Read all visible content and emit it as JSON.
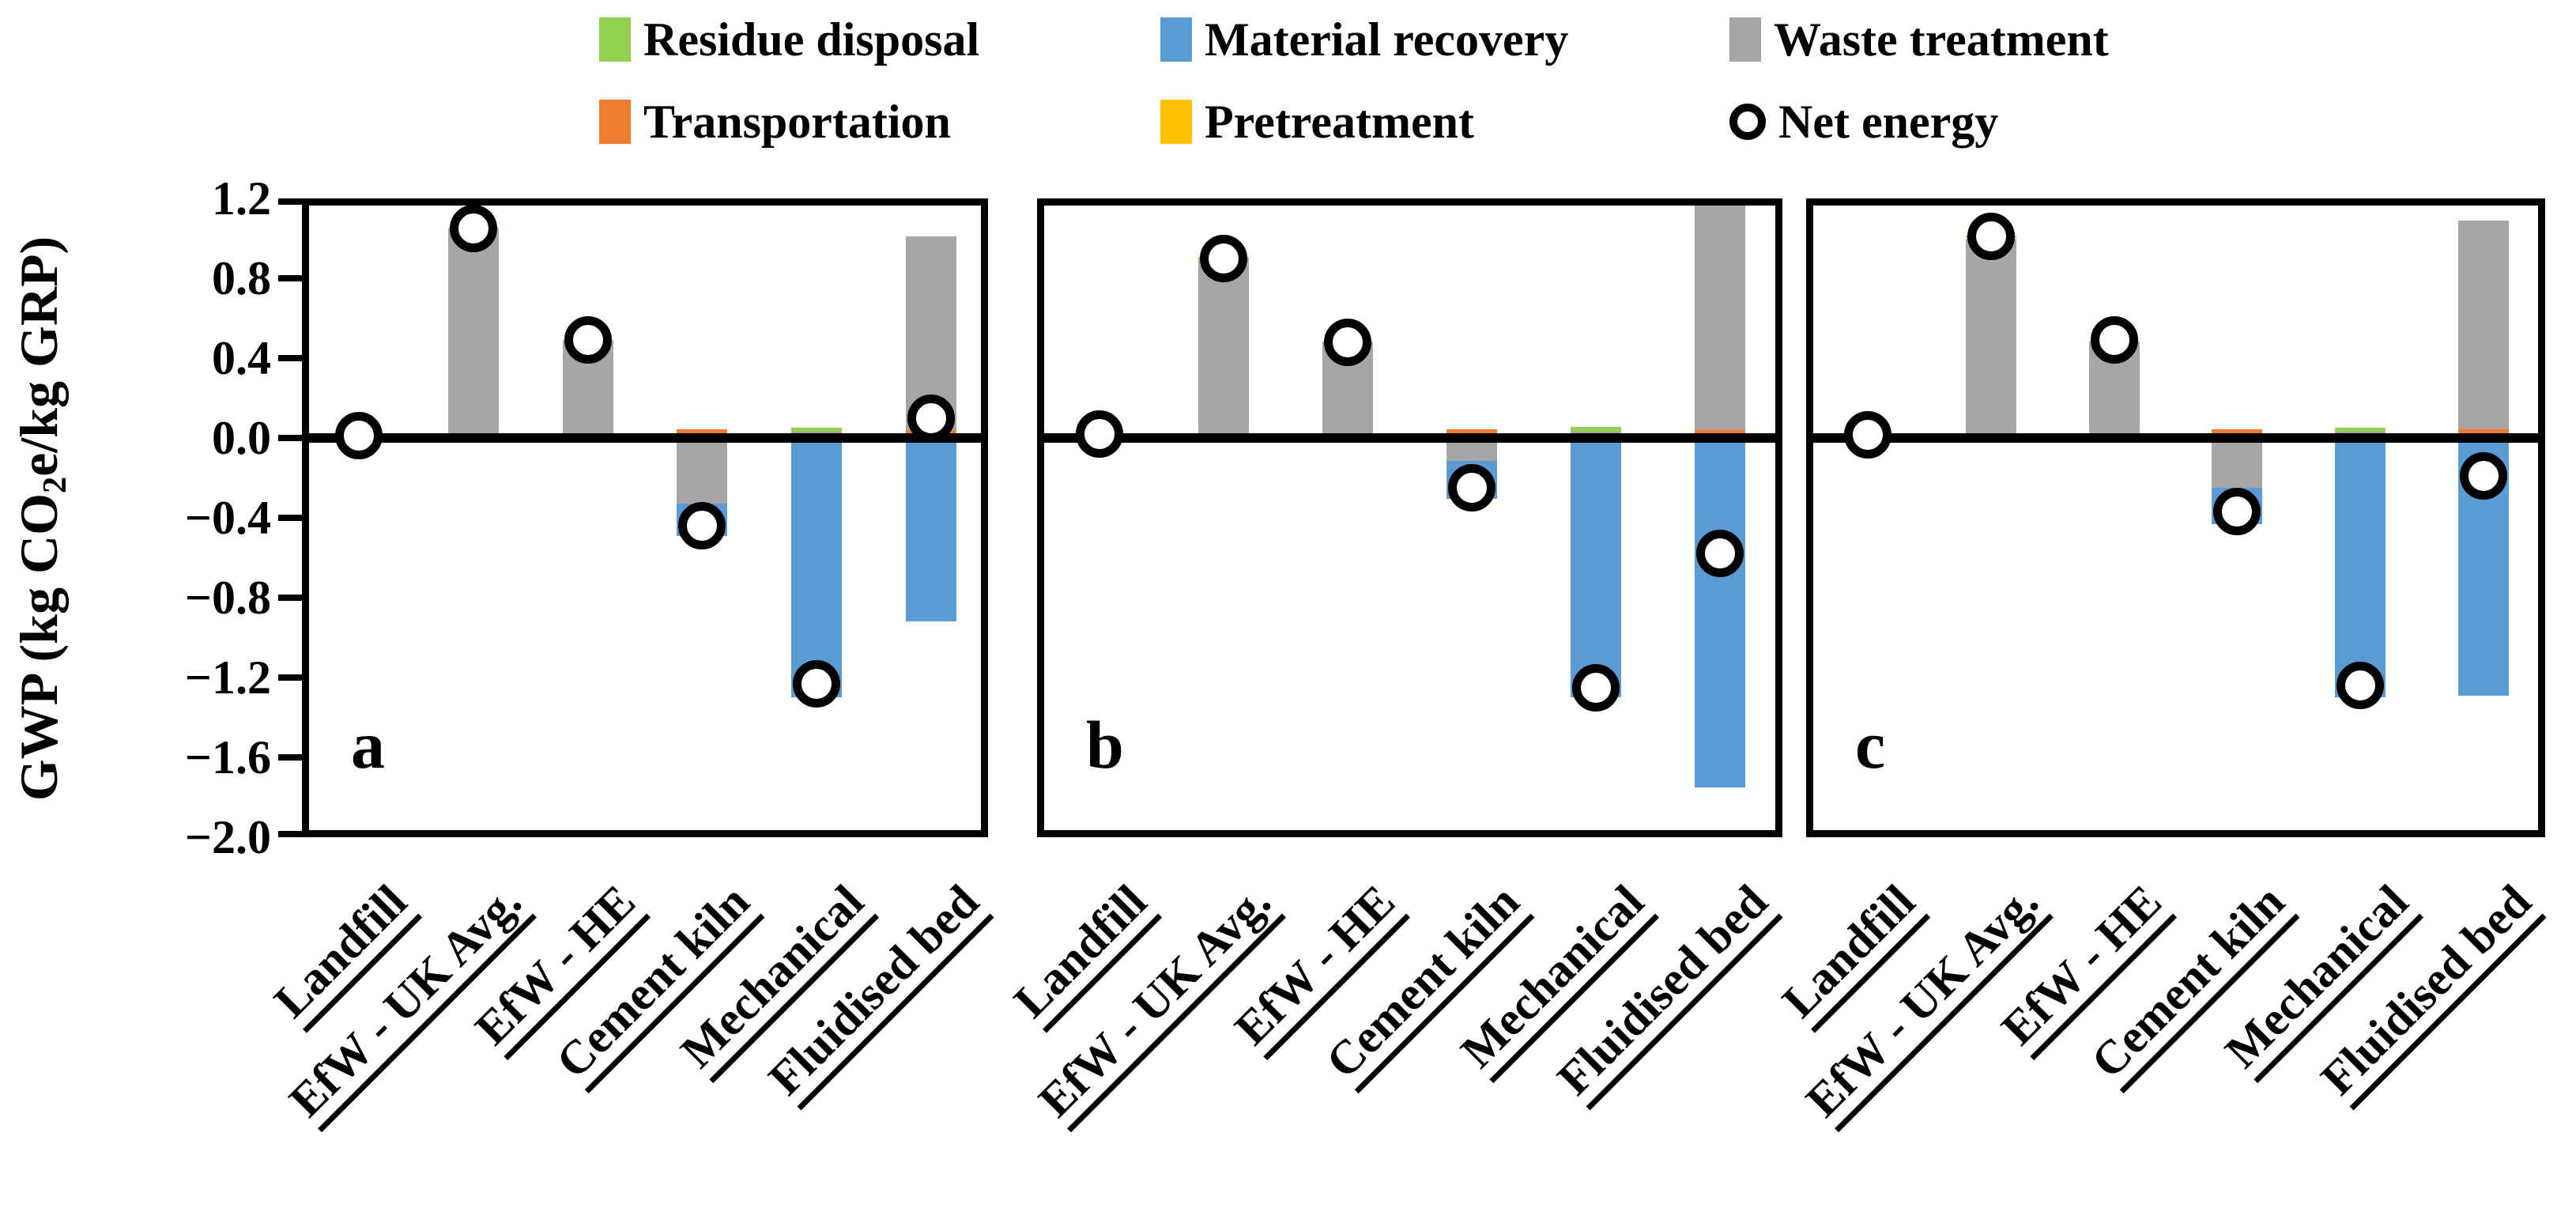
{
  "colors": {
    "residue_disposal": "#92D050",
    "material_recovery": "#5B9BD5",
    "waste_treatment": "#A6A6A6",
    "transportation": "#ED7D31",
    "pretreatment": "#FFC000",
    "axis": "#000000",
    "background": "#FFFFFF"
  },
  "legend": {
    "rows": [
      [
        {
          "key": "residue_disposal",
          "label": "Residue disposal",
          "marker": "square"
        },
        {
          "key": "material_recovery",
          "label": "Material recovery",
          "marker": "square"
        },
        {
          "key": "waste_treatment",
          "label": "Waste treatment",
          "marker": "square"
        }
      ],
      [
        {
          "key": "transportation",
          "label": "Transportation",
          "marker": "square"
        },
        {
          "key": "pretreatment",
          "label": "Pretreatment",
          "marker": "square"
        },
        {
          "key": "net_energy",
          "label": "Net energy",
          "marker": "circle"
        }
      ]
    ]
  },
  "chart_data": {
    "type": "bar",
    "stacked": true,
    "grid": false,
    "ylabel": {
      "pre": "GWP (kg CO",
      "sub": "2",
      "post": "e/kg GRP)"
    },
    "ylim": [
      -2.0,
      1.2
    ],
    "yticks": [
      {
        "v": 1.2,
        "label": "1.2"
      },
      {
        "v": 0.8,
        "label": "0.8"
      },
      {
        "v": 0.4,
        "label": "0.4"
      },
      {
        "v": 0.0,
        "label": "0.0"
      },
      {
        "v": -0.4,
        "label": "−0.4"
      },
      {
        "v": -0.8,
        "label": "−0.8"
      },
      {
        "v": -1.2,
        "label": "−1.2"
      },
      {
        "v": -1.6,
        "label": "−1.6"
      },
      {
        "v": -2.0,
        "label": "−2.0"
      }
    ],
    "categories": [
      "Landfill",
      "EfW - UK Avg.",
      "EfW - HE",
      "Cement kiln",
      "Mechanical",
      "Fluidised bed"
    ],
    "positive_stack_order": [
      "pretreatment",
      "transportation",
      "waste_treatment",
      "residue_disposal"
    ],
    "negative_stack_order": [
      "waste_treatment",
      "material_recovery"
    ],
    "series_names": [
      "Residue disposal",
      "Material recovery",
      "Waste treatment",
      "Transportation",
      "Pretreatment",
      "Net energy"
    ],
    "panels": [
      {
        "letter": "a",
        "bars": [
          {
            "waste_treatment": 0.02
          },
          {
            "waste_treatment": 1.04,
            "residue_disposal": 0.015
          },
          {
            "waste_treatment": 0.48,
            "residue_disposal": 0.01
          },
          {
            "pretreatment": 0.01,
            "transportation": 0.035,
            "waste_treatment": -0.33,
            "material_recovery": -0.16
          },
          {
            "transportation": 0.01,
            "waste_treatment": 0.02,
            "residue_disposal": 0.02,
            "material_recovery": -1.3
          },
          {
            "pretreatment": 0.015,
            "transportation": 0.025,
            "waste_treatment": 0.97,
            "material_recovery": -0.92
          }
        ],
        "net_energy": [
          0.01,
          1.05,
          0.49,
          -0.44,
          -1.23,
          0.1
        ]
      },
      {
        "letter": "b",
        "bars": [
          {
            "waste_treatment": 0.025
          },
          {
            "waste_treatment": 0.89,
            "residue_disposal": 0.015
          },
          {
            "waste_treatment": 0.47,
            "residue_disposal": 0.015
          },
          {
            "pretreatment": 0.015,
            "transportation": 0.03,
            "waste_treatment": -0.115,
            "material_recovery": -0.19
          },
          {
            "transportation": 0.015,
            "waste_treatment": 0.015,
            "residue_disposal": 0.025,
            "material_recovery": -1.3
          },
          {
            "pretreatment": 0.015,
            "transportation": 0.025,
            "waste_treatment": 1.14,
            "material_recovery": -1.75
          }
        ],
        "net_energy": [
          0.02,
          0.9,
          0.48,
          -0.25,
          -1.25,
          -0.58
        ]
      },
      {
        "letter": "c",
        "bars": [
          {
            "waste_treatment": 0.02
          },
          {
            "waste_treatment": 1.0,
            "residue_disposal": 0.015
          },
          {
            "waste_treatment": 0.47,
            "residue_disposal": 0.015
          },
          {
            "pretreatment": 0.015,
            "transportation": 0.03,
            "waste_treatment": -0.25,
            "material_recovery": -0.18
          },
          {
            "transportation": 0.015,
            "waste_treatment": 0.015,
            "residue_disposal": 0.02,
            "material_recovery": -1.3
          },
          {
            "pretreatment": 0.015,
            "transportation": 0.03,
            "waste_treatment": 1.045,
            "material_recovery": -1.29
          }
        ],
        "net_energy": [
          0.015,
          1.01,
          0.49,
          -0.37,
          -1.24,
          -0.19
        ]
      }
    ]
  }
}
